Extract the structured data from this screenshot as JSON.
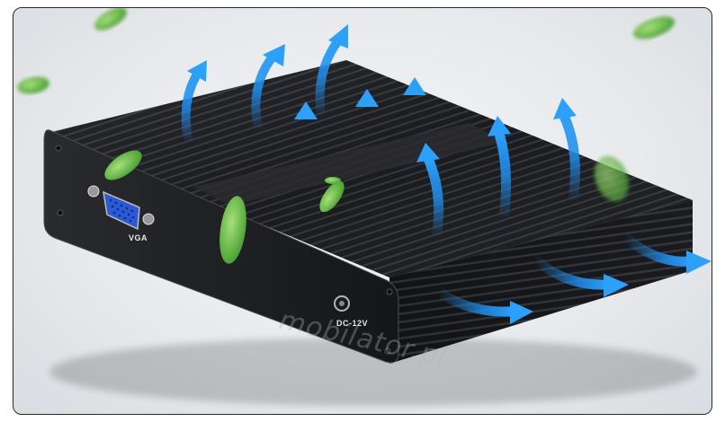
{
  "product": {
    "ports": {
      "vga_label": "VGA",
      "power_label": "DC-12V"
    },
    "watermark": "mobilator.pl",
    "airflow_arrow_color": "#1e8ce8",
    "leaf_color": "#6cc24a",
    "case_color": "#1c1c1e"
  }
}
